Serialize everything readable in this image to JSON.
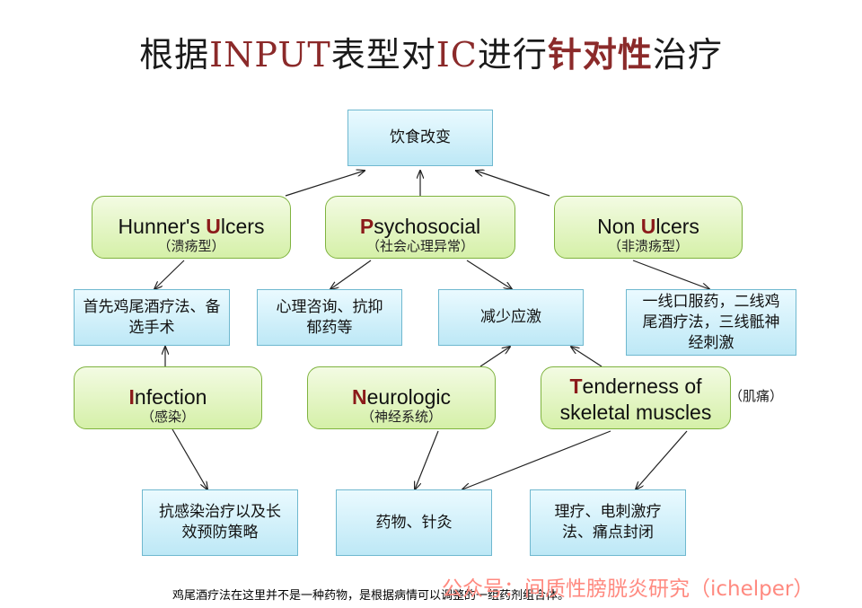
{
  "title": {
    "part1": "根据",
    "part2": "INPUT",
    "part3": "表型对",
    "part4": "IC",
    "part5": "进行",
    "part6": "针对性",
    "part7": "治疗"
  },
  "nodes": {
    "diet": "饮食改变",
    "hunner": {
      "pre": "Hunner's ",
      "cap": "U",
      "post": "lcers",
      "cn": "（溃疡型）"
    },
    "psycho": {
      "cap": "P",
      "post": "sychosocial",
      "cn": "（社会心理异常）"
    },
    "nonulcers": {
      "pre": "Non ",
      "cap": "U",
      "post": "lcers",
      "cn": "（非溃疡型）"
    },
    "first_line": "首先鸡尾酒疗法、备选手术",
    "counseling": "心理咨询、抗抑郁药等",
    "stress": "减少应激",
    "nonulcer_tx": "一线口服药，二线鸡尾酒疗法，三线骶神经刺激",
    "infection": {
      "cap": "I",
      "post": "nfection",
      "cn": "（感染）"
    },
    "neuro": {
      "cap": "N",
      "post": "eurologic",
      "cn": "（神经系统）"
    },
    "tender": {
      "cap": "T",
      "post": "enderness of",
      "line2": "skeletal muscles",
      "note": "（肌痛）"
    },
    "antiinfect": "抗感染治疗以及长效预防策略",
    "drugs": "药物、针灸",
    "physio": "理疗、电刺激疗法、痛点封闭"
  },
  "footnote": "鸡尾酒疗法在这里并不是一种药物，是根据病情可以调整的一组药剂组合体。",
  "watermark": "公众号：间质性膀胱炎研究（ichelper）"
}
